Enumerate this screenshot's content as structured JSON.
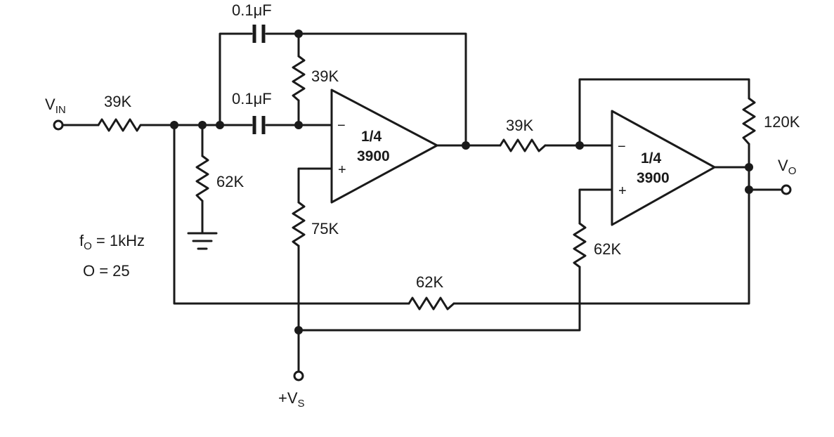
{
  "labels": {
    "vin_main": "V",
    "vin_sub": "IN",
    "vo_main": "V",
    "vo_sub": "O",
    "vs_main": "+V",
    "vs_sub": "S",
    "f0_main": "f",
    "f0_sub": "O",
    "f0_value": " = 1kHz",
    "q_spec": "O = 25"
  },
  "components": {
    "r_in": "39K",
    "r_shunt": "62K",
    "c_top": "0.1μF",
    "c_mid": "0.1μF",
    "r_fb1": "39K",
    "r_bias1": "75K",
    "r_mid": "39K",
    "r_fb2": "120K",
    "r_bias2": "62K",
    "r_bottom": "62K"
  },
  "opamps": [
    {
      "part_top": "1/4",
      "part_bottom": "3900",
      "minus": "−",
      "plus": "+"
    },
    {
      "part_top": "1/4",
      "part_bottom": "3900",
      "minus": "−",
      "plus": "+"
    }
  ]
}
